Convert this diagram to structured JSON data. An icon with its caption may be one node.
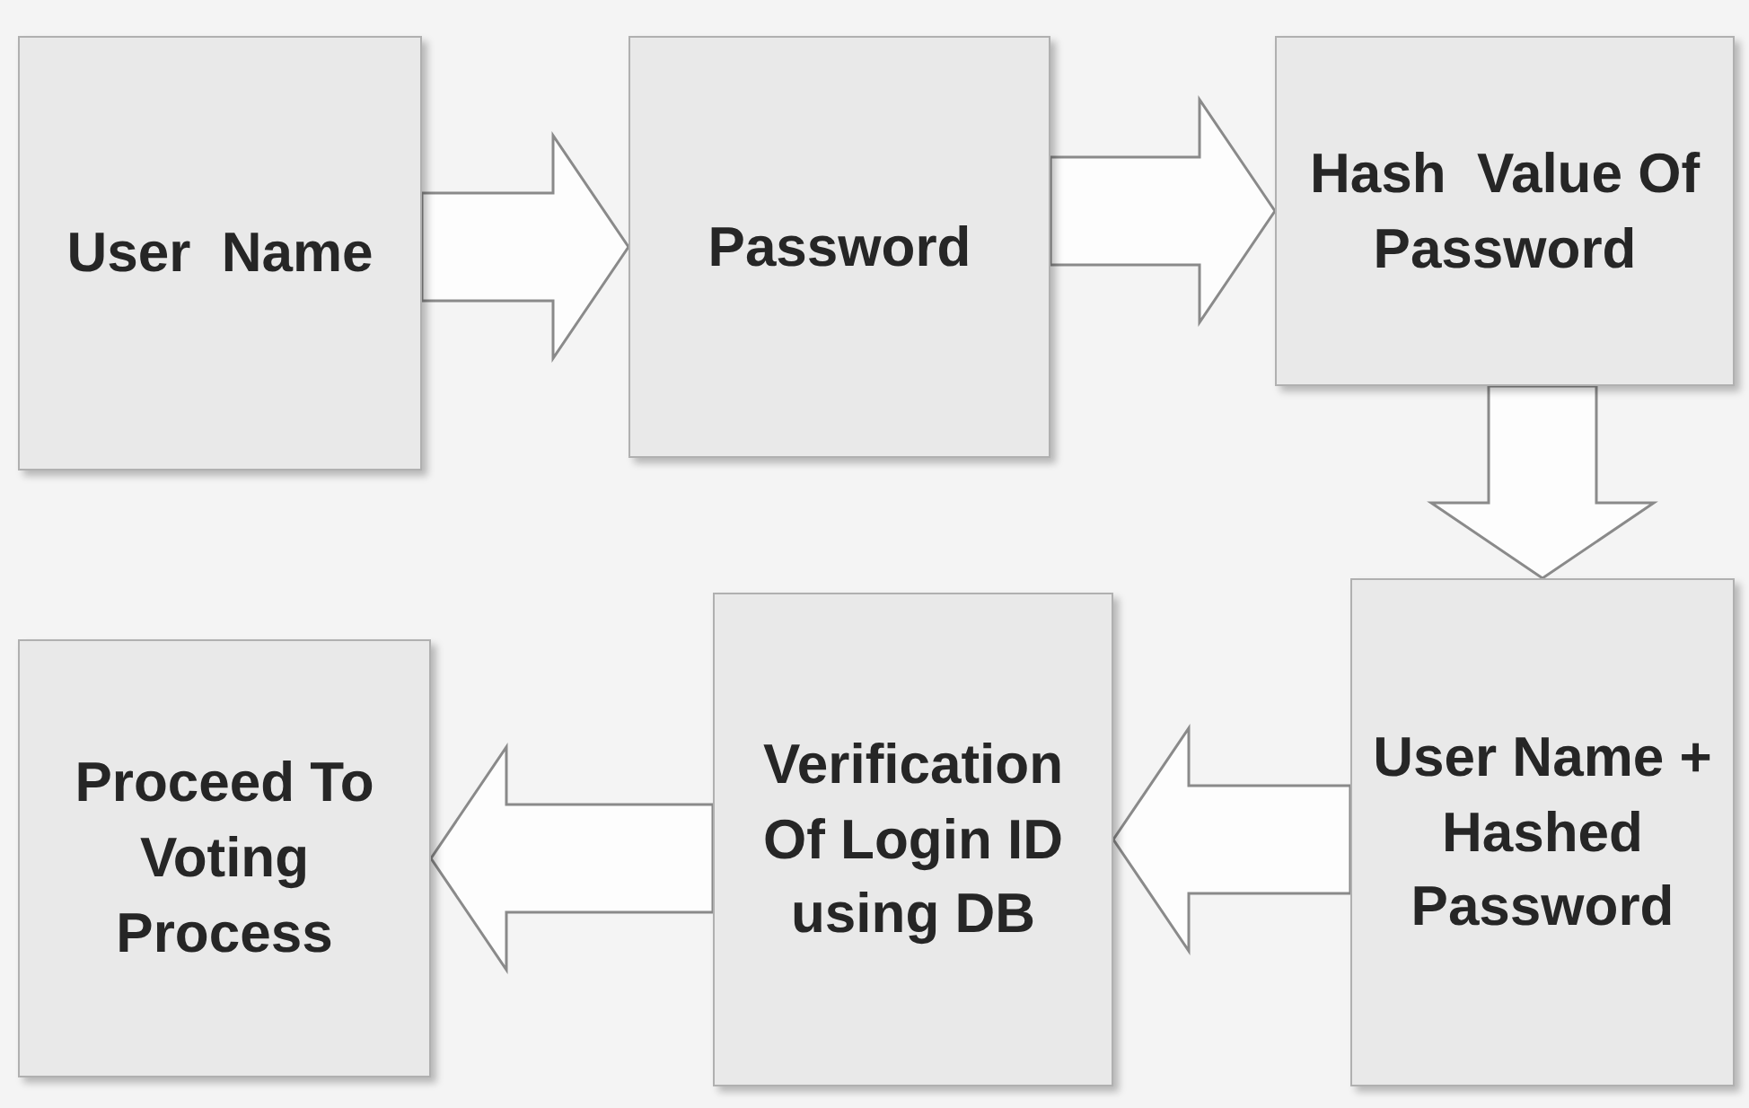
{
  "diagram": {
    "nodes": [
      {
        "text": [
          "User  Name"
        ]
      },
      {
        "text": [
          "Password"
        ]
      },
      {
        "text": [
          "Hash  Value Of Password"
        ]
      },
      {
        "text": [
          "User Name + Hashed Password"
        ]
      },
      {
        "text": [
          "Verification Of Login ID using DB"
        ]
      },
      {
        "text": [
          "Proceed To Voting Process"
        ]
      }
    ],
    "edges": [
      {
        "from": 0,
        "to": 1,
        "arrow": "to"
      },
      {
        "from": 1,
        "to": 2,
        "arrow": "to"
      },
      {
        "from": 2,
        "to": 3,
        "arrow": "to"
      },
      {
        "from": 3,
        "to": 4,
        "arrow": "to"
      },
      {
        "from": 4,
        "to": 5,
        "arrow": "to"
      }
    ]
  }
}
